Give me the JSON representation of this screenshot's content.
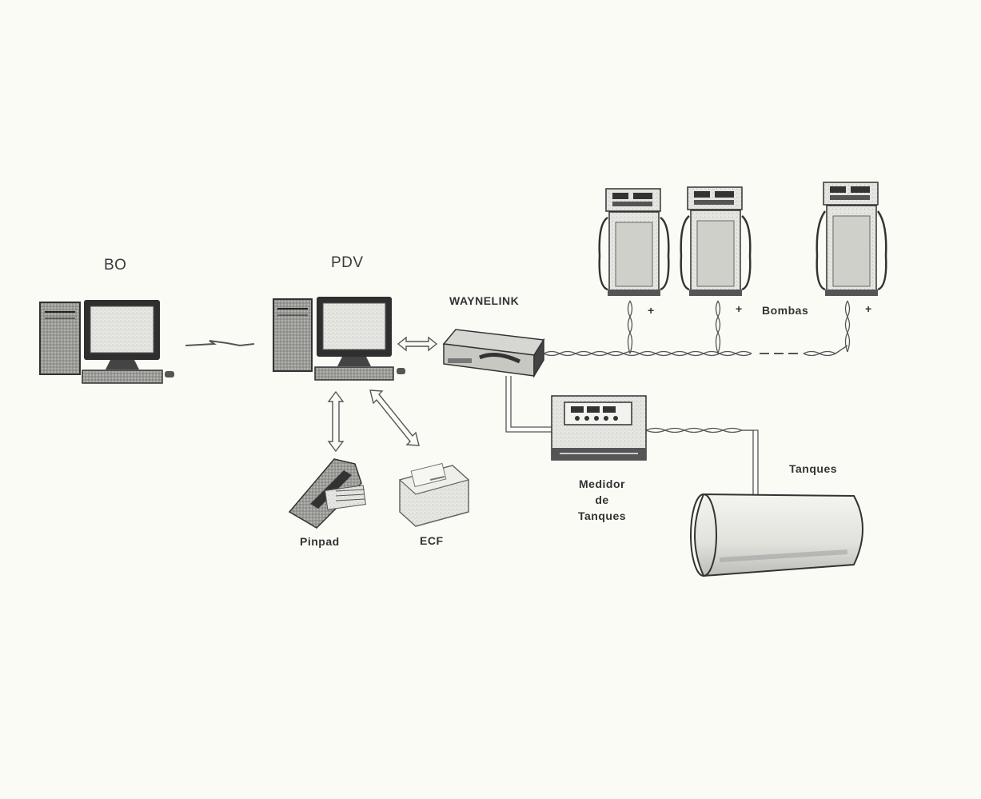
{
  "labels": {
    "bo": "BO",
    "pdv": "PDV",
    "waynelink": "WAYNELINK",
    "bombas": "Bombas",
    "plus": "+",
    "medidor_line1": "Medidor",
    "medidor_line2": "de",
    "medidor_line3": "Tanques",
    "tanques": "Tanques",
    "pinpad": "Pinpad",
    "ecf": "ECF"
  },
  "colors": {
    "background": "#fbfbf6",
    "line": "#555555",
    "device_dark": "#3a3a3a",
    "device_light": "#e4e4e0"
  }
}
